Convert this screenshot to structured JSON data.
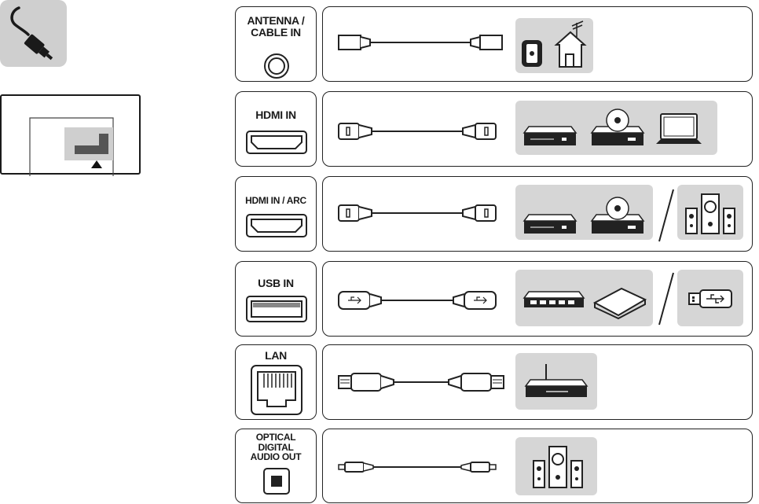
{
  "ports": [
    {
      "label": "ANTENNA /\nCABLE IN",
      "connector_icon": "coax-port-icon",
      "cable_icon": "coax-cable-icon",
      "devices": [
        "antenna-house-icon"
      ]
    },
    {
      "label": "HDMI IN",
      "connector_icon": "hdmi-port-icon",
      "cable_icon": "hdmi-cable-icon",
      "devices": [
        "set-top-box-icon",
        "disc-player-icon",
        "laptop-icon"
      ]
    },
    {
      "label": "HDMI IN / ARC",
      "connector_icon": "hdmi-port-icon",
      "cable_icon": "hdmi-cable-icon",
      "devices": [
        "set-top-box-icon",
        "disc-player-icon",
        "speaker-system-icon"
      ]
    },
    {
      "label": "USB IN",
      "connector_icon": "usb-port-icon",
      "cable_icon": "usb-cable-icon",
      "devices": [
        "usb-hub-icon",
        "external-hard-drive-icon",
        "usb-stick-icon"
      ]
    },
    {
      "label": "LAN",
      "connector_icon": "ethernet-port-icon",
      "cable_icon": "ethernet-cable-icon",
      "devices": [
        "router-icon"
      ]
    },
    {
      "label": "OPTICAL\nDIGITAL\nAUDIO OUT",
      "connector_icon": "optical-port-icon",
      "cable_icon": "optical-cable-icon",
      "devices": [
        "speaker-system-icon"
      ]
    }
  ],
  "icons": {
    "top_left": "cable-plug-icon",
    "location": "tv-back-panel-location-icon"
  },
  "colors": {
    "outline": "#222222",
    "device_background": "#d6d6d6",
    "icon_tile": "#cfcfcf",
    "highlight": "#555555"
  }
}
